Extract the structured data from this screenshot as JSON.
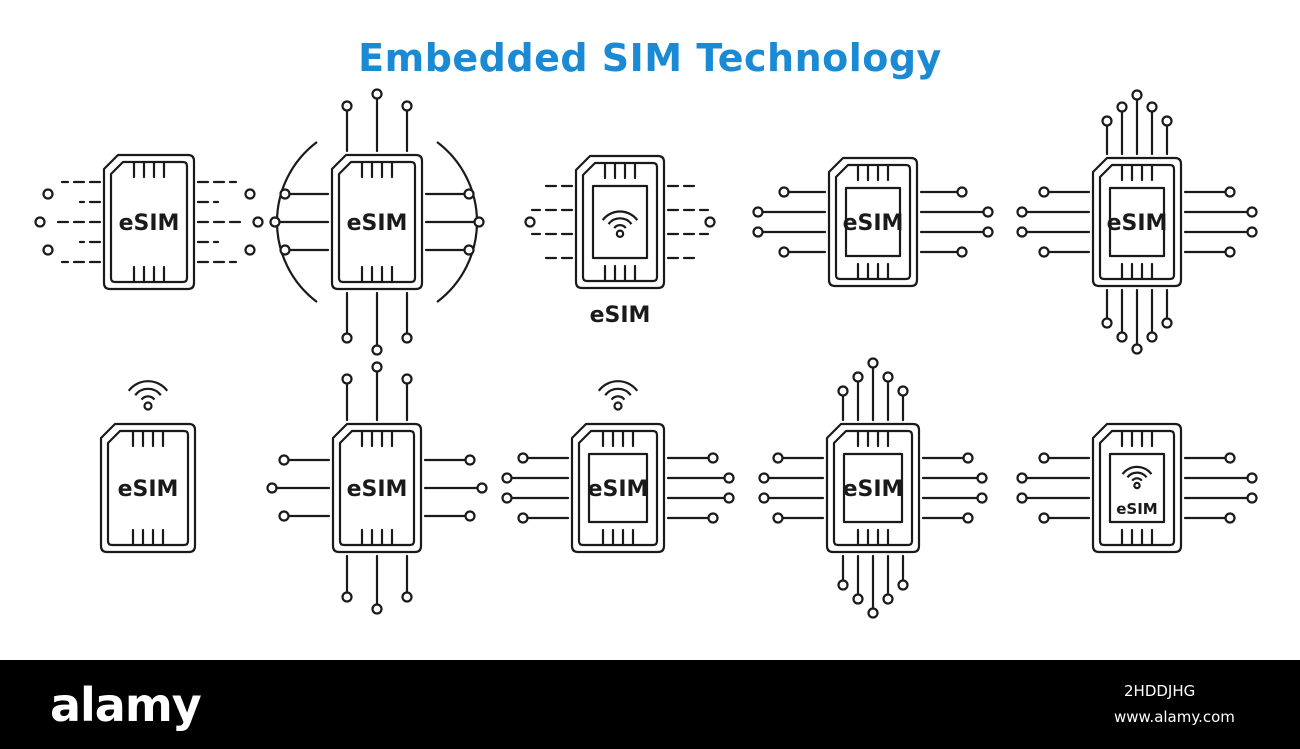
{
  "title": "Embedded SIM Technology",
  "icon_label": "eSIM",
  "icons": [
    {
      "name": "esim-icon-1",
      "style": "sides-dashed-dots",
      "label_inside": true
    },
    {
      "name": "esim-icon-2",
      "style": "circuit-ring",
      "label_inside": true
    },
    {
      "name": "esim-icon-3",
      "style": "sides-dashed-dots-wifi",
      "label_inside": false
    },
    {
      "name": "esim-icon-4",
      "style": "sides-double-dots",
      "label_inside": true
    },
    {
      "name": "esim-icon-5",
      "style": "four-side-circuit",
      "label_inside": true
    },
    {
      "name": "esim-icon-6",
      "style": "wifi-top",
      "label_inside": true
    },
    {
      "name": "esim-icon-7",
      "style": "circuit-hooks",
      "label_inside": true
    },
    {
      "name": "esim-icon-8",
      "style": "wifi-top-sides",
      "label_inside": true
    },
    {
      "name": "esim-icon-9",
      "style": "top-bottom-sides",
      "label_inside": true
    },
    {
      "name": "esim-icon-10",
      "style": "sides-wifi-inside",
      "label_inside": true
    }
  ],
  "footer": {
    "logo": "alamy",
    "image_id": "2HDDJHG",
    "site": "www.alamy.com"
  },
  "colors": {
    "title": "#1a8ad4",
    "line": "#1a1a1a",
    "footer_bg": "#000000",
    "footer_text": "#ffffff"
  }
}
